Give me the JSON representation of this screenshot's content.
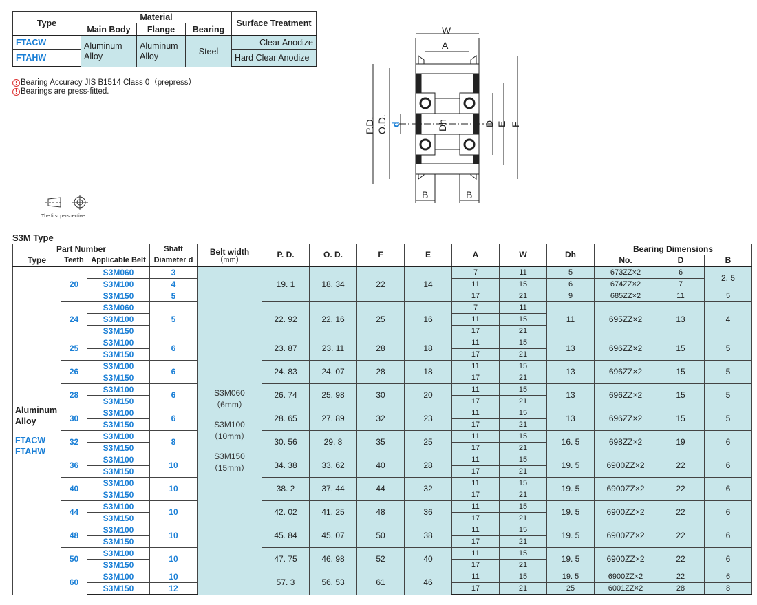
{
  "material_table": {
    "headers": {
      "type": "Type",
      "material": "Material",
      "main_body": "Main Body",
      "flange": "Flange",
      "bearing": "Bearing",
      "surface": "Surface Treatment"
    },
    "rows": [
      {
        "type": "FTACW",
        "surface": "Clear Anodize"
      },
      {
        "type": "FTAHW",
        "surface": "Hard Clear Anodize"
      }
    ],
    "main_body": "Aluminum\nAlloy",
    "main_body_l1": "Aluminum",
    "main_body_l2": "Alloy",
    "flange_l1": "Aluminum",
    "flange_l2": "Alloy",
    "bearing": "Steel"
  },
  "notes": [
    "Bearing Accuracy JIS B1514 Class 0（prepress）",
    "Bearings are press-fitted."
  ],
  "drawing_labels": {
    "W": "W",
    "A": "A",
    "PD": "P.D.",
    "OD": "O.D.",
    "d": "d",
    "Dh": "Dh",
    "D": "D",
    "E": "E",
    "F": "F",
    "B1": "B",
    "B2": "B"
  },
  "perspective_label": "The first perspective",
  "section_title": "S3M Type",
  "main_table": {
    "headers": {
      "part_number": "Part Number",
      "shaft": "Shaft",
      "diameter": "Diameter d",
      "belt_width": "Belt width",
      "belt_unit": "（mm）",
      "pd": "P. D.",
      "od": "O. D.",
      "f": "F",
      "e": "E",
      "a": "A",
      "w": "W",
      "dh": "Dh",
      "bearing_dims": "Bearing Dimensions",
      "type": "Type",
      "teeth": "Teeth",
      "applicable_belt": "Applicable Belt",
      "no": "No.",
      "d_cap": "D",
      "b": "B"
    },
    "type_cell": {
      "l1": "Aluminum",
      "l2": "Alloy",
      "l3": "FTACW",
      "l4": "FTAHW"
    },
    "belt_width_cell": {
      "l1": "S3M060",
      "l2": "（6mm）",
      "l3": "S3M100",
      "l4": "（10mm）",
      "l5": "S3M150",
      "l6": "（15mm）"
    }
  }
}
